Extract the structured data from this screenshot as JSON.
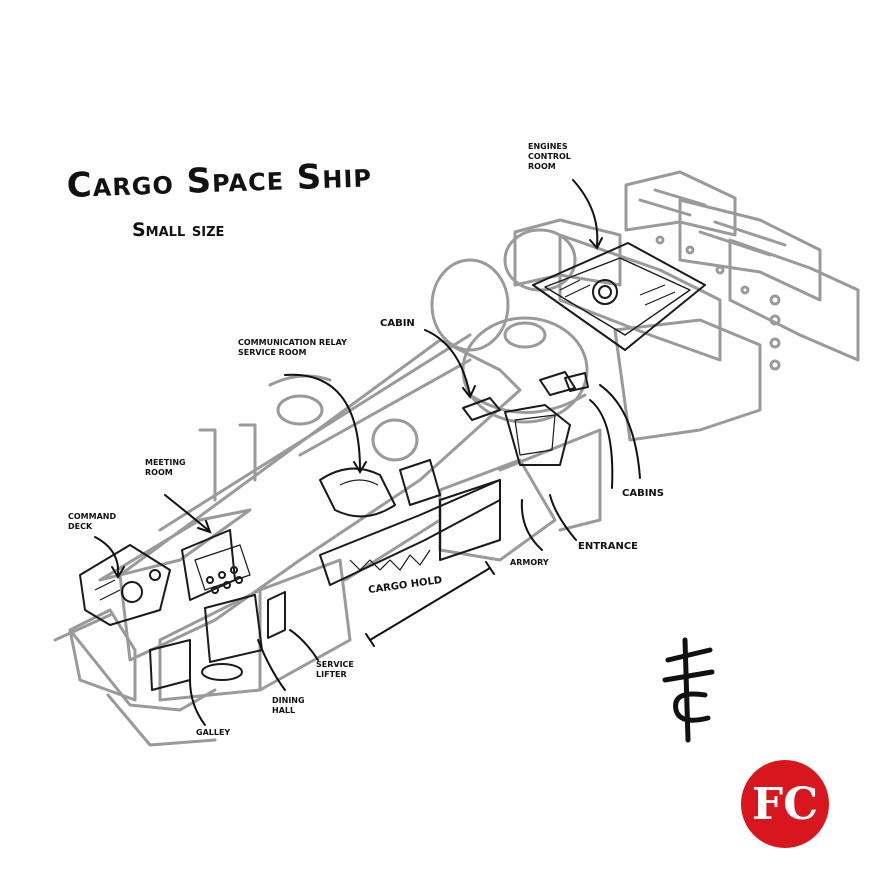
{
  "title": "Cargo Space Ship",
  "subtitle": "Small size",
  "labels": {
    "engines": "Engines\nControl\nRoom",
    "cabin": "Cabin",
    "comm": "Communication relay\nservice room",
    "meeting": "Meeting\nRoom",
    "command": "Command\nDeck",
    "cabins": "Cabins",
    "entrance": "Entrance",
    "armory": "Armory",
    "cargo": "Cargo Hold",
    "lifter": "Service\nLifter",
    "dining": "Dining\nHall",
    "galley": "Galley"
  },
  "logo_text": "FC",
  "logo_color": "#d7171d"
}
